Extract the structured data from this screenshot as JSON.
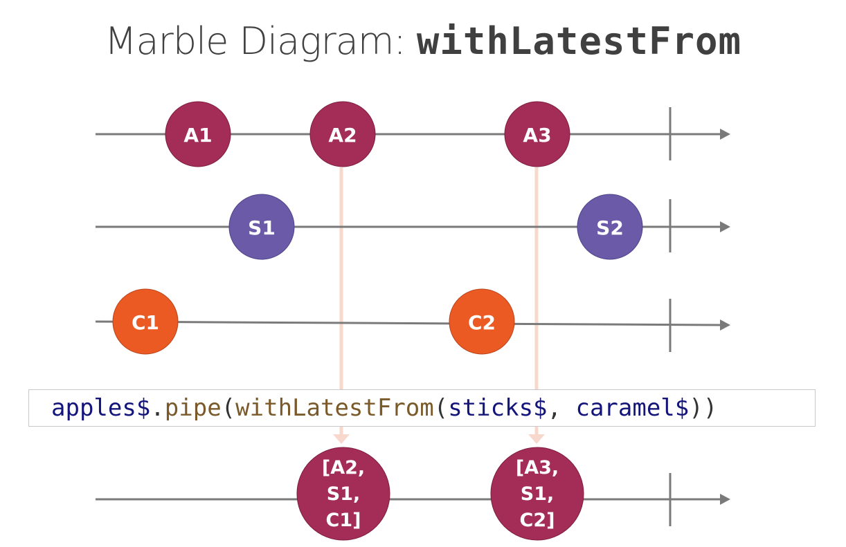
{
  "title": {
    "prefix": "Marble Diagram: ",
    "operator": "withLatestFrom"
  },
  "colors": {
    "timeline": "#7a7a7a",
    "apple": "#a32d56",
    "stick": "#6a5aa8",
    "caramel": "#ec5a24",
    "result": "#a32d56",
    "connector": "#f8d8cc"
  },
  "timelines": [
    {
      "id": "apples",
      "marbles": [
        "A1",
        "A2",
        "A3"
      ]
    },
    {
      "id": "sticks",
      "marbles": [
        "S1",
        "S2"
      ]
    },
    {
      "id": "caramel",
      "marbles": [
        "C1",
        "C2"
      ]
    },
    {
      "id": "output",
      "marbles": [
        [
          "[A2,",
          "S1,",
          "C1]"
        ],
        [
          "[A3,",
          "S1,",
          "C2]"
        ]
      ]
    }
  ],
  "code": {
    "source": "apples$",
    "dot": ".",
    "pipe": "pipe",
    "open1": "(",
    "operator": "withLatestFrom",
    "open2": "(",
    "arg1": "sticks$",
    "comma": ", ",
    "arg2": "caramel$",
    "close": "))"
  }
}
